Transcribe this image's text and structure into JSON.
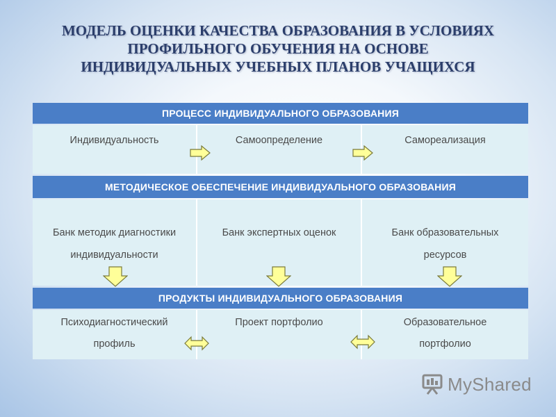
{
  "title": {
    "line1": "МОДЕЛЬ ОЦЕНКИ КАЧЕСТВА ОБРАЗОВАНИЯ В УСЛОВИЯХ",
    "line2": "ПРОФИЛЬНОГО ОБУЧЕНИЯ НА ОСНОВЕ",
    "line3": "ИНДИВИДУАЛЬНЫХ УЧЕБНЫХ ПЛАНОВ УЧАЩИХСЯ"
  },
  "sections": [
    {
      "header": "ПРОЦЕСС ИНДИВИДУАЛЬНОГО ОБРАЗОВАНИЯ",
      "cells": [
        "Индивидуальность",
        "Самоопределение",
        "Самореализация"
      ]
    },
    {
      "header": "МЕТОДИЧЕСКОЕ ОБЕСПЕЧЕНИЕ ИНДИВИДУАЛЬНОГО ОБРАЗОВАНИЯ",
      "cells": [
        {
          "line1": "Банк методик диагностики",
          "line2": "индивидуальности"
        },
        {
          "line1": "Банк экспертных оценок",
          "line2": ""
        },
        {
          "line1": "Банк образовательных",
          "line2": "ресурсов"
        }
      ]
    },
    {
      "header": "ПРОДУКТЫ ИНДИВИДУАЛЬНОГО ОБРАЗОВАНИЯ",
      "cells": [
        {
          "line1": "Психодиагностический",
          "line2": "профиль"
        },
        {
          "line1": "Проект портфолио",
          "line2": ""
        },
        {
          "line1": "Образовательное",
          "line2": "портфолио"
        }
      ]
    }
  ],
  "colors": {
    "header_bg": "#4a7ec7",
    "cell_bg": "#dff0f5",
    "arrow_fill": "#ffff99",
    "title_text": "#2b3e6b"
  },
  "icons": [
    "arrow-right-icon",
    "arrow-down-icon",
    "arrow-left-right-icon"
  ],
  "logo": {
    "text": "MyShared"
  }
}
